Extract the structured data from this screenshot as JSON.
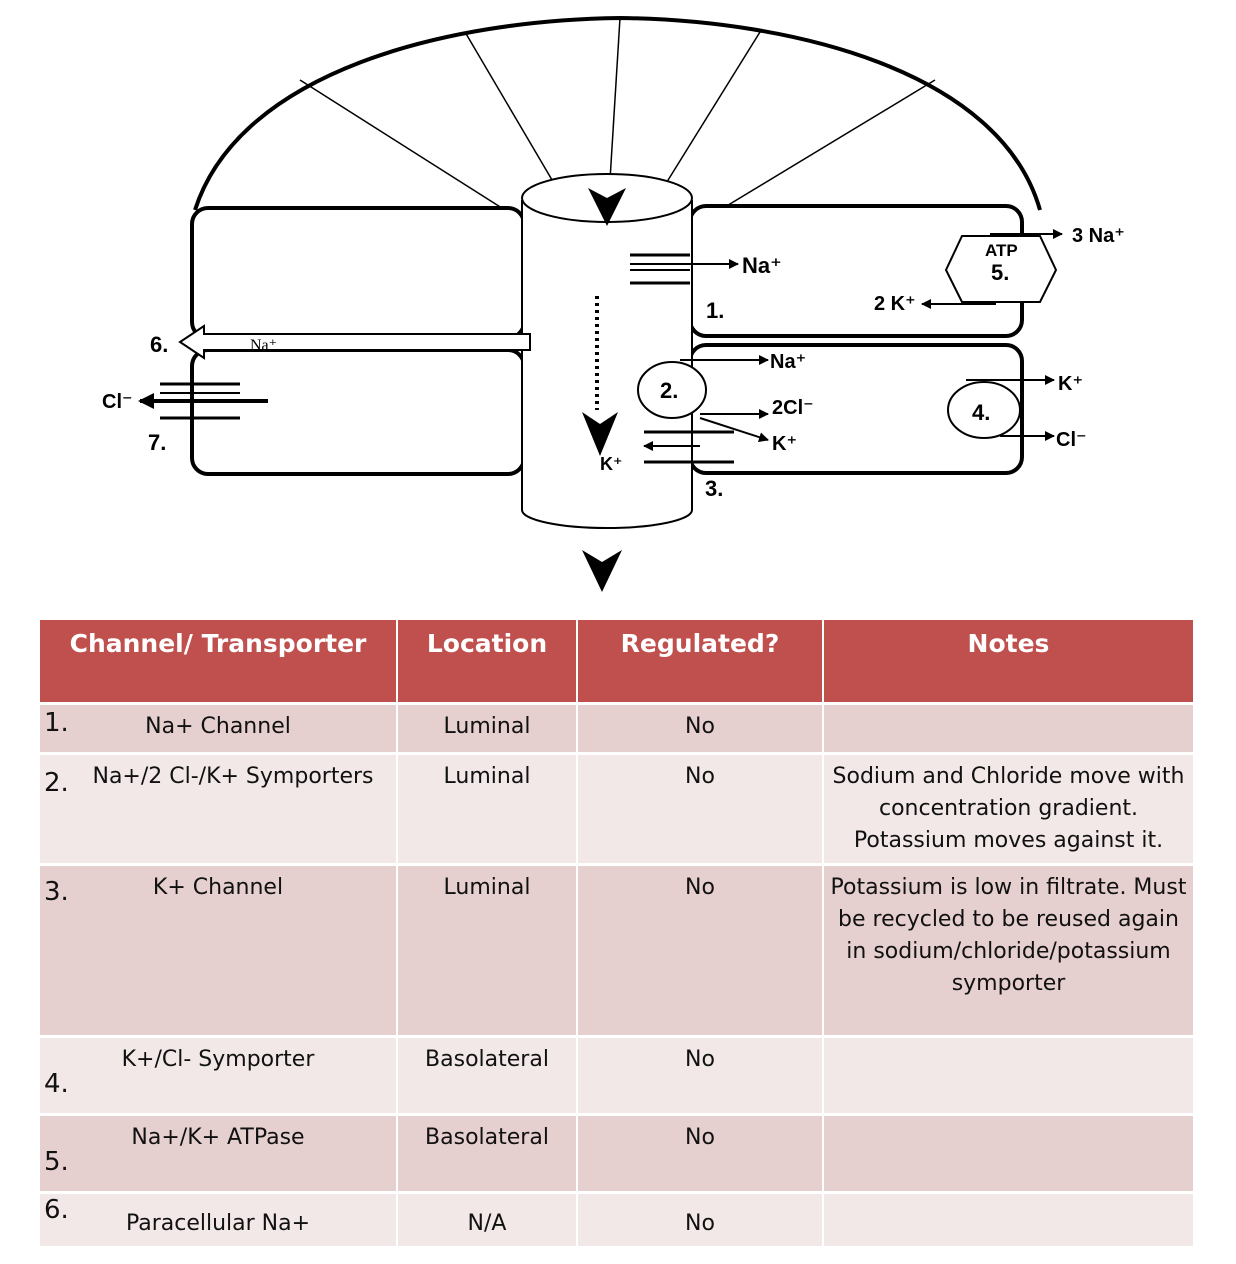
{
  "diagram": {
    "labels": {
      "na_top": "Na⁺",
      "na_mid": "Na⁺",
      "two_cl": "2Cl⁻",
      "k_plus_lumen": "K⁺",
      "k_plus_in": "K⁺",
      "atp": "ATP",
      "three_na": "3 Na⁺",
      "two_k": "2 K⁺",
      "k_plus_right": "K⁺",
      "cl_right": "Cl⁻",
      "cl_left": "Cl⁻",
      "na_para": "Na⁺"
    },
    "markers": {
      "m1": "1.",
      "m2": "2.",
      "m3": "3.",
      "m4": "4.",
      "m5": "5.",
      "m6": "6.",
      "m7": "7."
    }
  },
  "table": {
    "headers": [
      "Channel/ Transporter",
      "Location",
      "Regulated?",
      "Notes"
    ],
    "rows": [
      {
        "num": "1.",
        "name": "Na+ Channel",
        "location": "Luminal",
        "regulated": "No",
        "notes": ""
      },
      {
        "num": "2.",
        "name": "Na+/2 Cl-/K+ Symporters",
        "location": "Luminal",
        "regulated": "No",
        "notes": "Sodium and Chloride move with concentration gradient. Potassium moves against it."
      },
      {
        "num": "3.",
        "name": "K+ Channel",
        "location": "Luminal",
        "regulated": "No",
        "notes": "Potassium is low in filtrate. Must be recycled to be reused again in sodium/chloride/potassium symporter"
      },
      {
        "num": "4.",
        "name": "K+/Cl- Symporter",
        "location": "Basolateral",
        "regulated": "No",
        "notes": ""
      },
      {
        "num": "5.",
        "name": "Na+/K+ ATPase",
        "location": "Basolateral",
        "regulated": "No",
        "notes": ""
      },
      {
        "num": "6.",
        "name": "Paracellular Na+",
        "location": "N/A",
        "regulated": "No",
        "notes": ""
      }
    ]
  }
}
